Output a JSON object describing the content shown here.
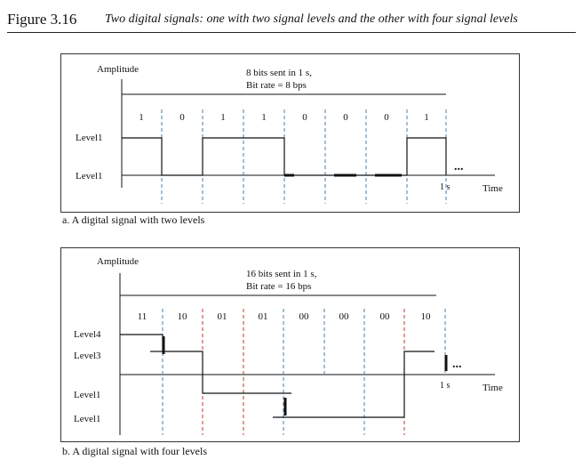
{
  "figure": {
    "number": "Figure 3.16",
    "title": "Two digital signals: one with two signal levels and the other with four signal levels"
  },
  "panel_a": {
    "amplitude_label": "Amplitude",
    "info_line1": "8 bits sent in 1 s,",
    "info_line2": "Bit rate = 8 bps",
    "bits": [
      "1",
      "0",
      "1",
      "1",
      "0",
      "0",
      "0",
      "1"
    ],
    "level_high": "Level1",
    "level_low": "Level1",
    "ellipsis": "...",
    "second_label": "1 s",
    "time_label": "Time",
    "caption": "a. A digital signal with two levels"
  },
  "panel_b": {
    "amplitude_label": "Amplitude",
    "info_line1": "16 bits sent in 1 s,",
    "info_line2": "Bit rate = 16 bps",
    "bit_pairs": [
      "11",
      "10",
      "01",
      "01",
      "00",
      "00",
      "00",
      "10"
    ],
    "level_4": "Level4",
    "level_3": "Level3",
    "level_2": "Level1",
    "level_1": "Level1",
    "ellipsis": "...",
    "second_label": "1 s",
    "time_label": "Time",
    "caption": "b. A digital signal with four levels"
  }
}
